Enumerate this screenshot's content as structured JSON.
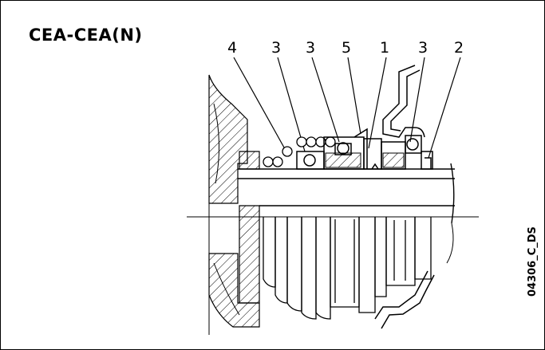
{
  "title": "CEA-CEA(N)",
  "drawing_code": "04306_C_DS",
  "part_labels": [
    "4",
    "3",
    "3",
    "5",
    "1",
    "3",
    "2"
  ],
  "colors": {
    "ink": "#000000",
    "background": "#ffffff"
  }
}
